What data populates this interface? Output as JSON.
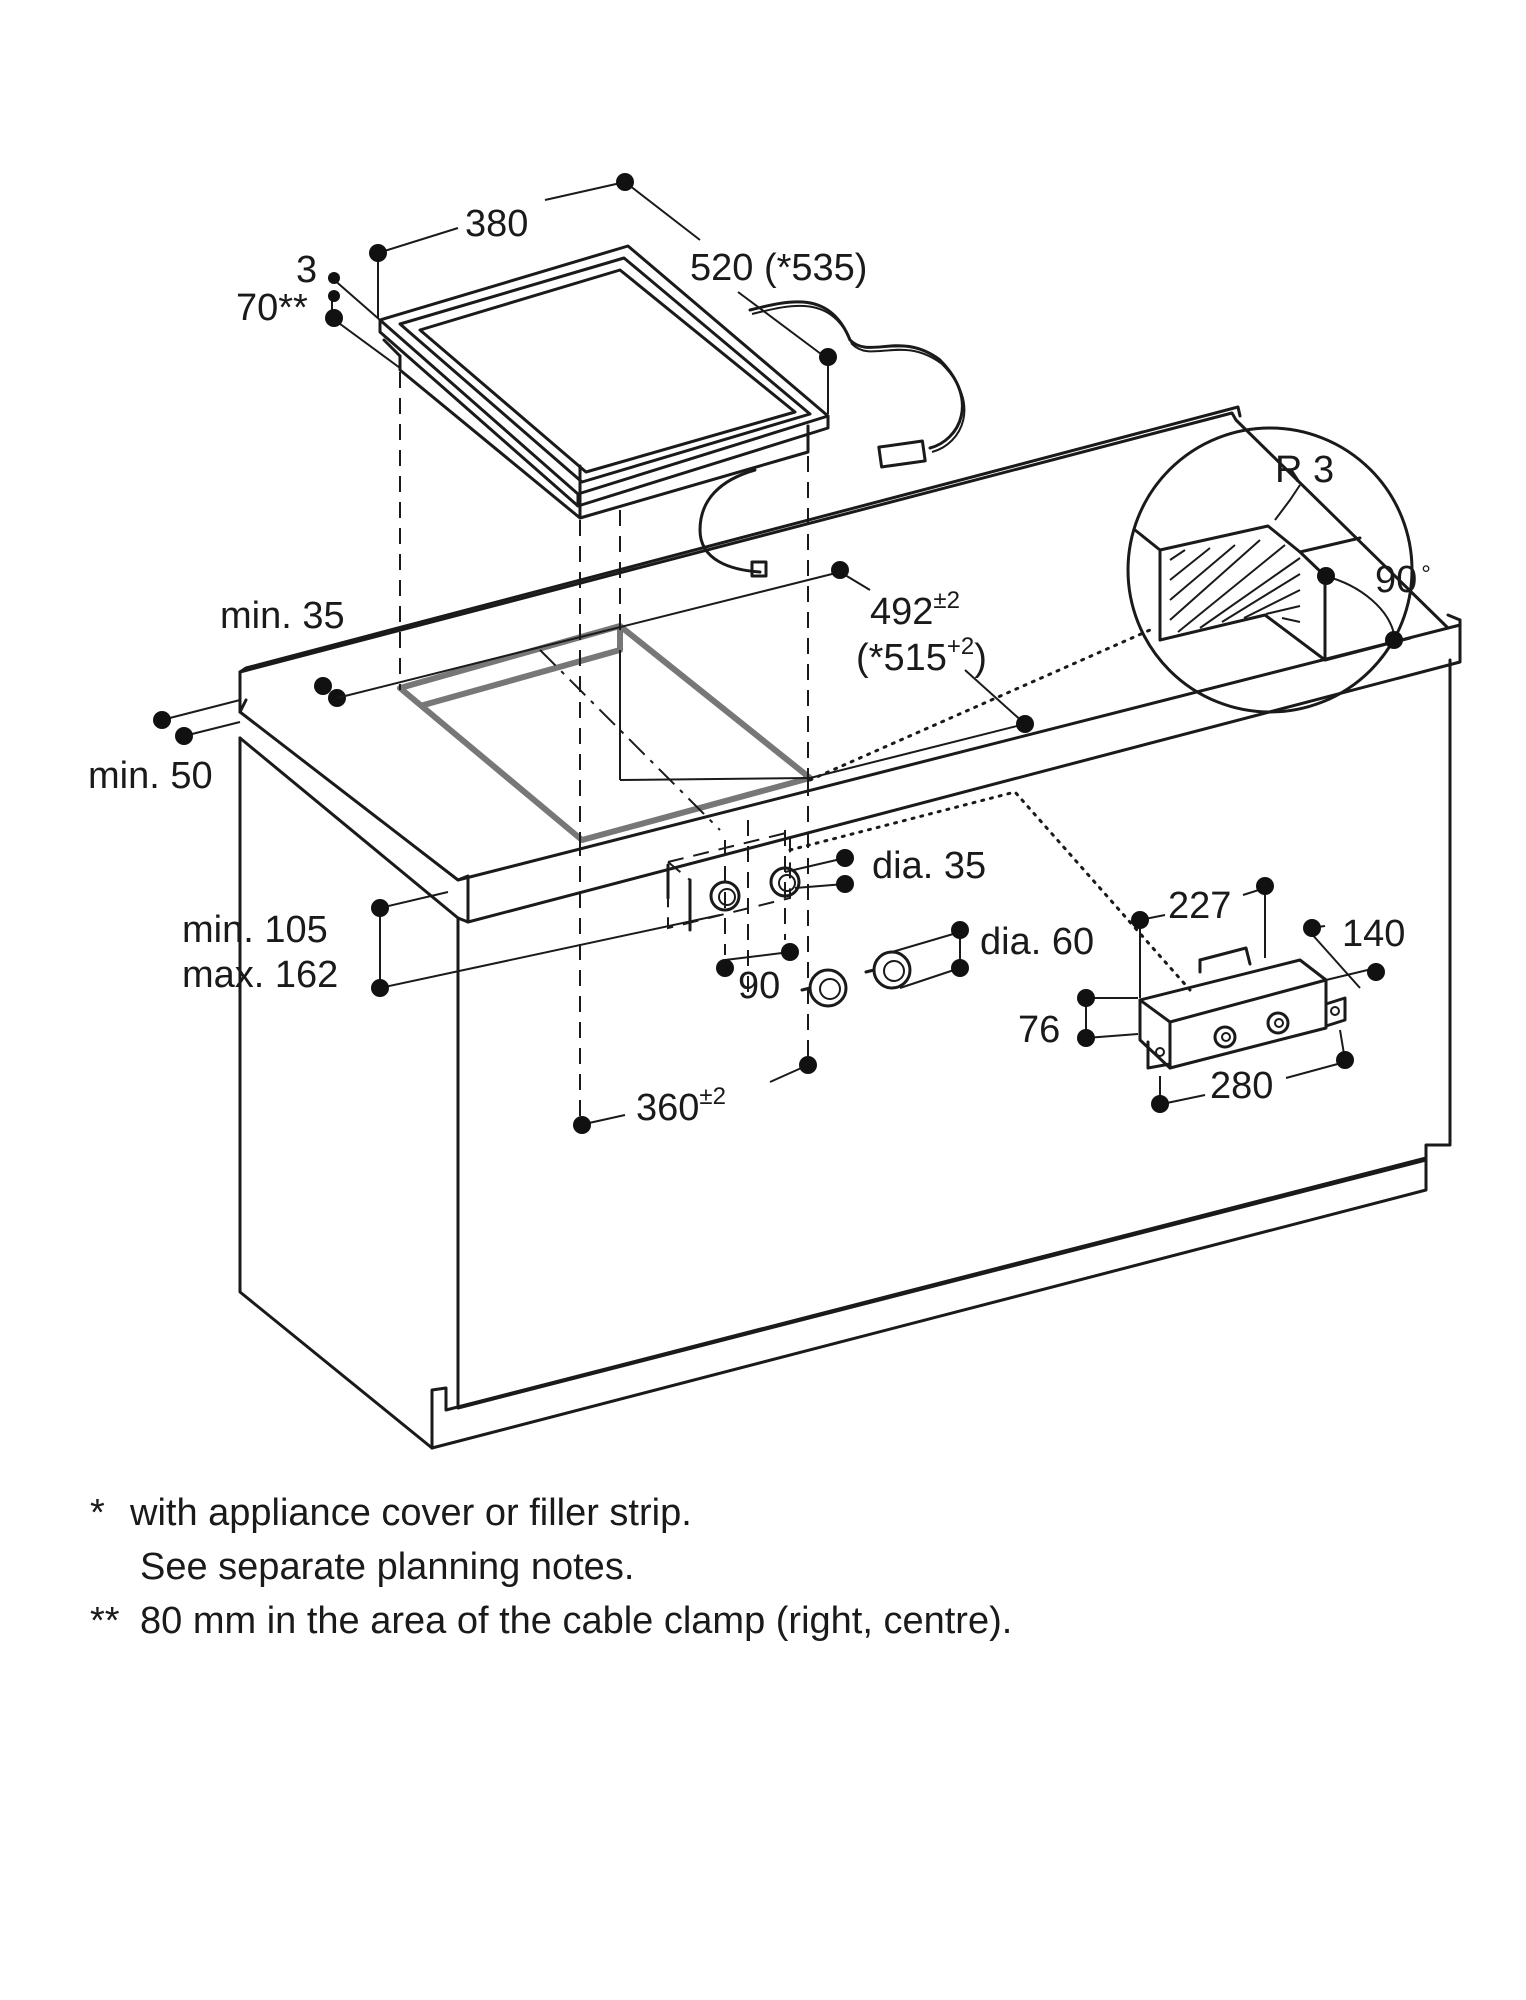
{
  "labels": {
    "width_380": "380",
    "depth_520": "520 (*535)",
    "thick_3": "3",
    "height_70": "70**",
    "min35": "min. 35",
    "cut_depth_main": "492",
    "cut_depth_sup": "±2",
    "cut_depth_alt_open": "(*515",
    "cut_depth_alt_sup": "+2",
    "cut_depth_alt_close": ")",
    "min50": "min. 50",
    "min105": "min. 105",
    "max162": "max. 162",
    "dia35": "dia. 35",
    "dia60": "dia. 60",
    "d90": "90",
    "cut_width_main": "360",
    "cut_width_sup": "±2",
    "r3": "R 3",
    "angle90": "90",
    "deg": "°",
    "b227": "227",
    "b140": "140",
    "b76": "76",
    "b280": "280"
  },
  "footnotes": {
    "mark1": "*",
    "line1": "with appliance cover or filler strip.",
    "line2": "See separate planning notes.",
    "mark2": "**",
    "line3": "80 mm in the area of the cable clamp (right, centre)."
  }
}
